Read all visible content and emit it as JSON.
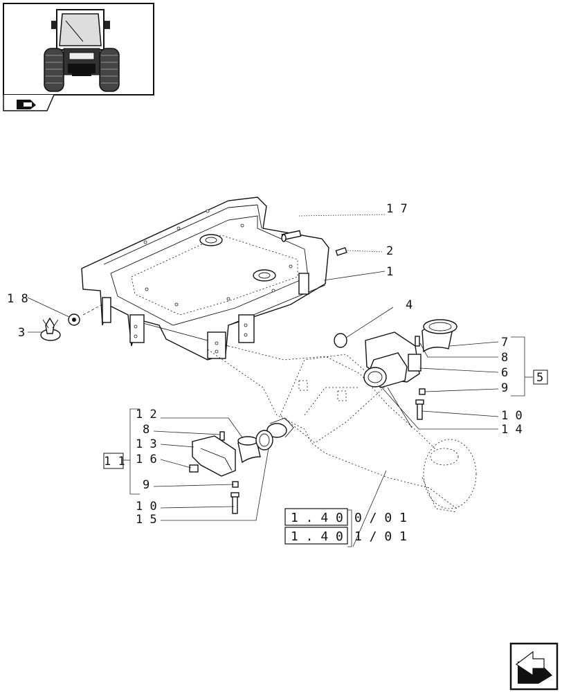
{
  "thumbnail": {
    "icon": "tractor-front-view-icon",
    "tab_icon": "section-arrow-icon"
  },
  "nav_icon": "next-page-arrow-icon",
  "callouts": {
    "c17": "1 7",
    "c2": "2",
    "c1": "1",
    "c18": "1 8",
    "c3": "3",
    "c4": "4",
    "c7": "7",
    "c8a": "8",
    "c6": "6",
    "c9a": "9",
    "c5": "5",
    "c10a": "1 0",
    "c14": "1 4",
    "c12": "1 2",
    "c8b": "8",
    "c13": "1 3",
    "c11": "1 1",
    "c16": "1 6",
    "c9b": "9",
    "c10b": "1 0",
    "c15": "1 5"
  },
  "references": [
    {
      "code": "1 . 4 0",
      "page": "0 / 0 1"
    },
    {
      "code": "1 . 4 0",
      "page": "1 / 0 1"
    }
  ]
}
